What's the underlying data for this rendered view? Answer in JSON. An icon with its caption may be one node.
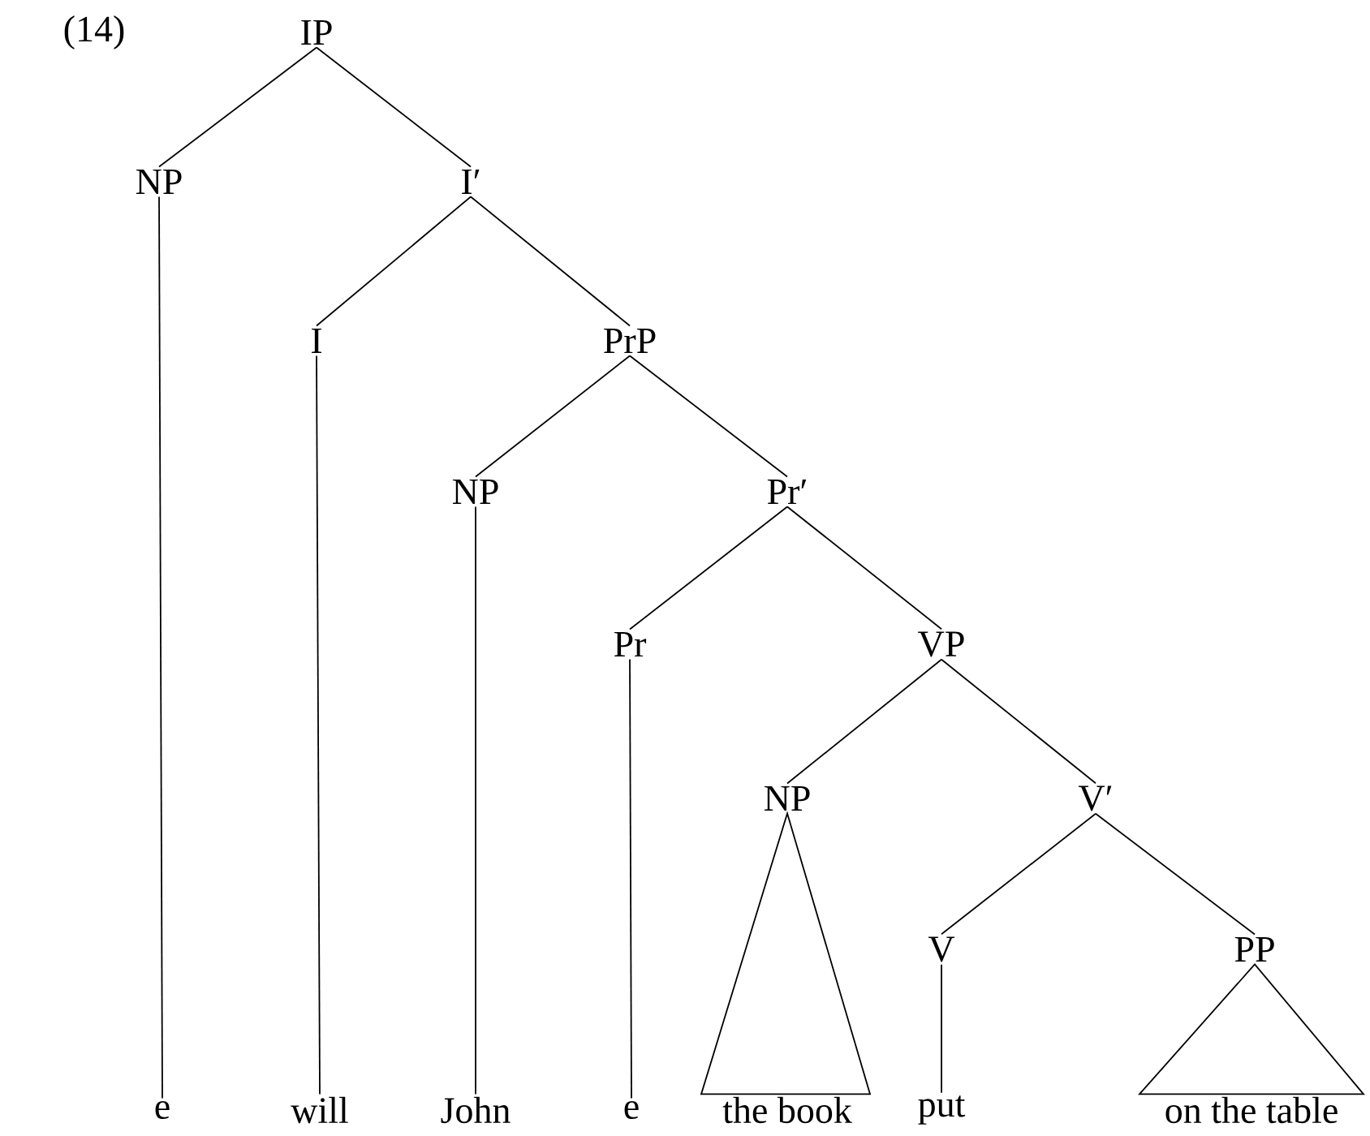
{
  "diagram": {
    "nodes": [
      {
        "text": [
          "IP"
        ]
      },
      {
        "text": [
          "NP"
        ]
      },
      {
        "text": [
          "I′"
        ]
      },
      {
        "text": [
          "I"
        ]
      },
      {
        "text": [
          "PrP"
        ]
      },
      {
        "text": [
          "NP"
        ]
      },
      {
        "text": [
          "Pr′"
        ]
      },
      {
        "text": [
          "Pr"
        ]
      },
      {
        "text": [
          "VP"
        ]
      },
      {
        "text": [
          "NP"
        ]
      },
      {
        "text": [
          "V′"
        ]
      },
      {
        "text": [
          "V"
        ]
      },
      {
        "text": [
          "PP"
        ]
      },
      {
        "text": [
          "e"
        ]
      },
      {
        "text": [
          "will"
        ]
      },
      {
        "text": [
          "John"
        ]
      },
      {
        "text": [
          "e"
        ]
      },
      {
        "text": [
          "the book"
        ]
      },
      {
        "text": [
          "put"
        ]
      },
      {
        "text": [
          "on the table"
        ]
      }
    ],
    "edges": [
      {
        "from": 0,
        "to": 1,
        "arrow": "none"
      },
      {
        "from": 0,
        "to": 2,
        "arrow": "none"
      },
      {
        "from": 1,
        "to": 13,
        "arrow": "none"
      },
      {
        "from": 2,
        "to": 3,
        "arrow": "none"
      },
      {
        "from": 2,
        "to": 4,
        "arrow": "none"
      },
      {
        "from": 3,
        "to": 14,
        "arrow": "none"
      },
      {
        "from": 4,
        "to": 5,
        "arrow": "none"
      },
      {
        "from": 4,
        "to": 6,
        "arrow": "none"
      },
      {
        "from": 5,
        "to": 15,
        "arrow": "none"
      },
      {
        "from": 6,
        "to": 7,
        "arrow": "none"
      },
      {
        "from": 6,
        "to": 8,
        "arrow": "none"
      },
      {
        "from": 7,
        "to": 16,
        "arrow": "none"
      },
      {
        "from": 8,
        "to": 9,
        "arrow": "none"
      },
      {
        "from": 8,
        "to": 10,
        "arrow": "none"
      },
      {
        "from": 9,
        "to": 17,
        "arrow": "none"
      },
      {
        "from": 10,
        "to": 11,
        "arrow": "none"
      },
      {
        "from": 10,
        "to": 12,
        "arrow": "none"
      },
      {
        "from": 11,
        "to": 18,
        "arrow": "none"
      },
      {
        "from": 12,
        "to": 19,
        "arrow": "none"
      }
    ],
    "labels": [
      "(14)"
    ]
  }
}
